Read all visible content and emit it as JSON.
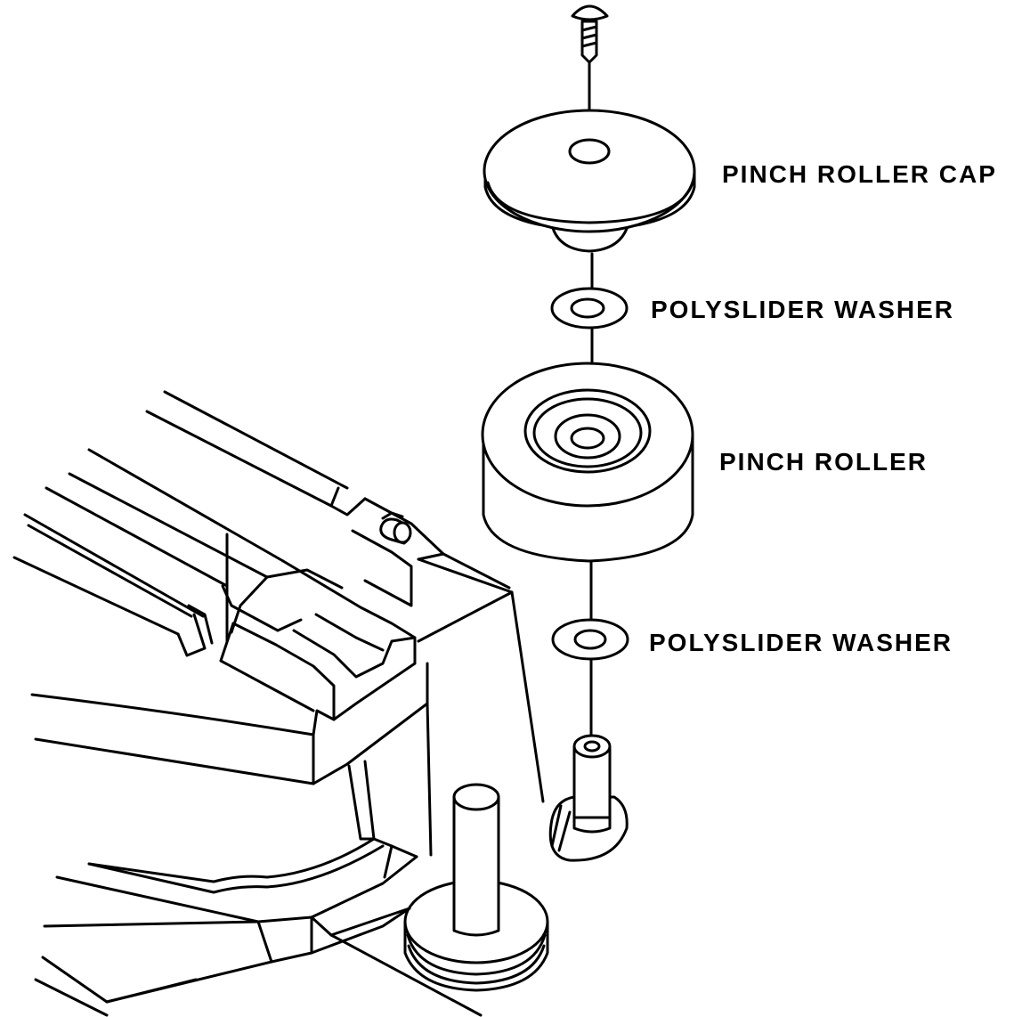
{
  "labels": {
    "pinch_roller_cap": "PINCH ROLLER CAP",
    "polyslider_washer_top": "POLYSLIDER WASHER",
    "pinch_roller": "PINCH ROLLER",
    "polyslider_washer_bottom": "POLYSLIDER WASHER"
  },
  "colors": {
    "ink": "#000000",
    "paper": "#ffffff"
  }
}
